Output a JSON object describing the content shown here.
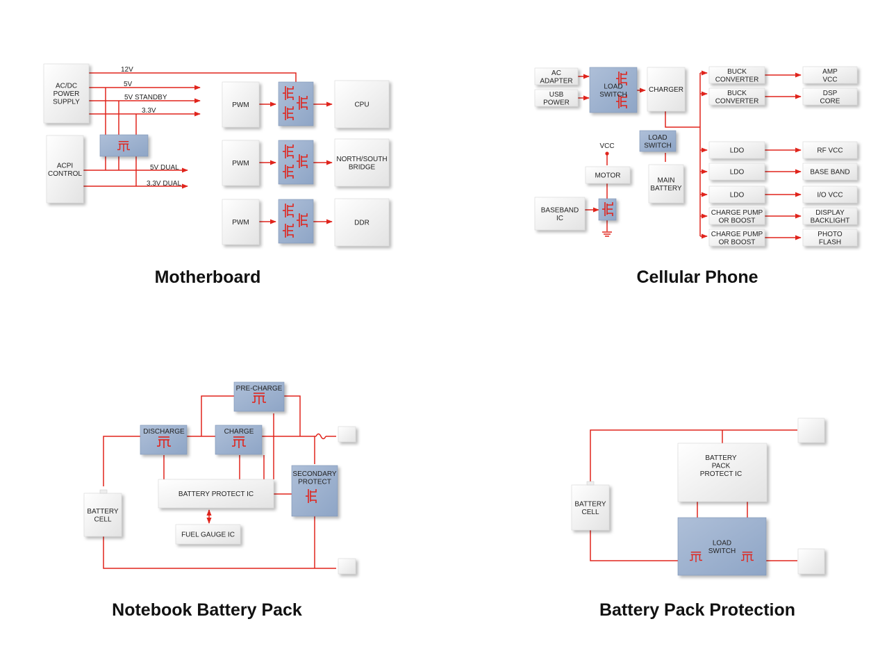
{
  "titles": {
    "motherboard": "Motherboard",
    "cellular": "Cellular Phone",
    "notebook": "Notebook Battery Pack",
    "protection": "Battery Pack Protection"
  },
  "motherboard": {
    "acdc": [
      "AC/DC",
      "POWER",
      "SUPPLY"
    ],
    "acpi": [
      "ACPI",
      "CONTROL"
    ],
    "rail_12v": "12V",
    "rail_5v": "5V",
    "rail_5vsb": "5V STANDBY",
    "rail_33v": "3.3V",
    "rail_5vdual": "5V DUAL",
    "rail_33vdual": "3.3V DUAL",
    "pwm": "PWM",
    "cpu": "CPU",
    "bridge": [
      "NORTH/SOUTH",
      "BRIDGE"
    ],
    "ddr": "DDR"
  },
  "cellular": {
    "ac_adapter": [
      "AC",
      "ADAPTER"
    ],
    "usb_power": [
      "USB",
      "POWER"
    ],
    "load_switch": [
      "LOAD",
      "SWITCH"
    ],
    "charger": "CHARGER",
    "buck": [
      "BUCK",
      "CONVERTER"
    ],
    "amp_vcc": [
      "AMP",
      "VCC"
    ],
    "dsp_core": [
      "DSP",
      "CORE"
    ],
    "vcc": "VCC",
    "motor": "MOTOR",
    "main_battery": [
      "MAIN",
      "BATTERY"
    ],
    "baseband_ic": [
      "BASEBAND",
      "IC"
    ],
    "ldo": "LDO",
    "rf_vcc": "RF VCC",
    "base_band": "BASE BAND",
    "io_vcc": "I/O VCC",
    "charge_pump": [
      "CHARGE PUMP",
      "OR BOOST"
    ],
    "display_backlight": [
      "DISPLAY",
      "BACKLIGHT"
    ],
    "photo_flash": [
      "PHOTO",
      "FLASH"
    ]
  },
  "notebook": {
    "pre_charge": "PRE-CHARGE",
    "discharge": "DISCHARGE",
    "charge": "CHARGE",
    "secondary_protect": [
      "SECONDARY",
      "PROTECT"
    ],
    "battery_protect_ic": "BATTERY PROTECT IC",
    "fuel_gauge_ic": "FUEL GAUGE IC",
    "battery_cell": [
      "BATTERY",
      "CELL"
    ]
  },
  "protection": {
    "battery_cell": [
      "BATTERY",
      "CELL"
    ],
    "battery_pack_protect_ic": [
      "BATTERY",
      "PACK",
      "PROTECT  IC"
    ],
    "load_switch": [
      "LOAD",
      "SWITCH"
    ]
  },
  "colors": {
    "wire": "#e0241c",
    "switch_fill": "#9fb3cf",
    "block_fill": "#f2f2f2"
  }
}
